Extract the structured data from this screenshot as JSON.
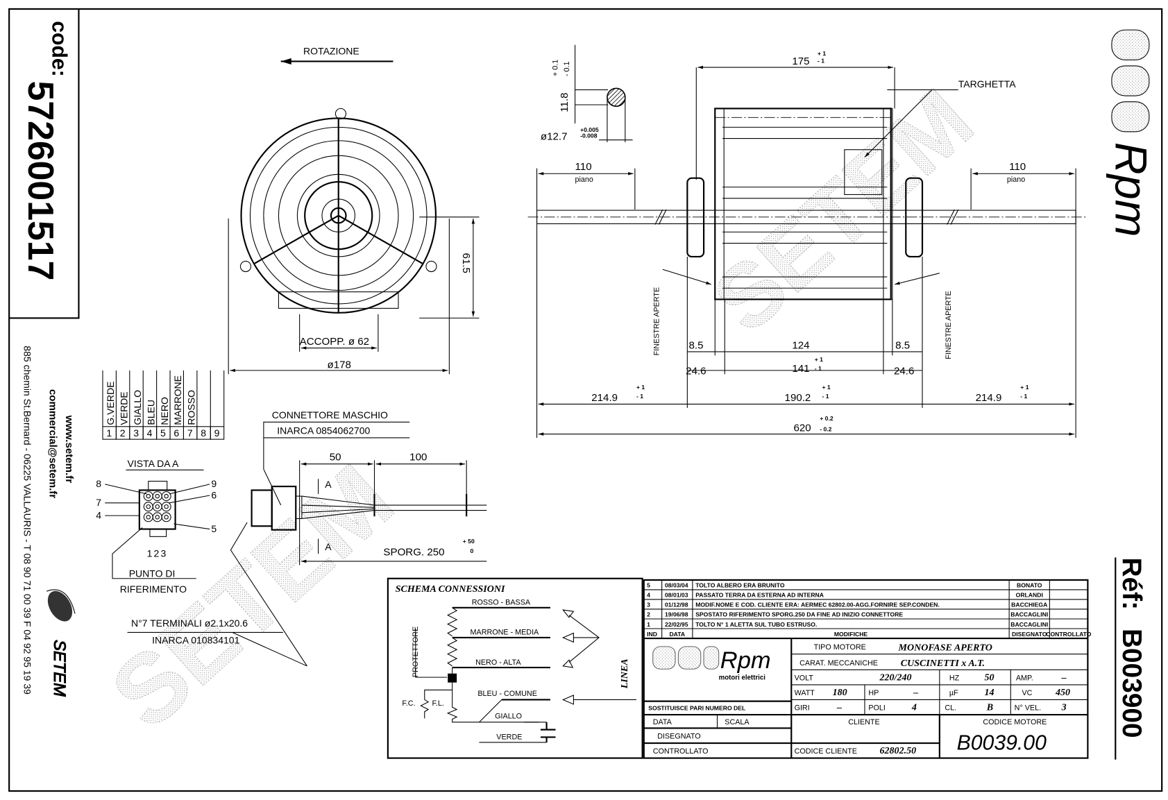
{
  "code": {
    "label": "code:",
    "value": "5726001517"
  },
  "contact": {
    "website": "www.setem.fr",
    "email": "commercial@setem.fr",
    "address": "885 chemin St.Bernard  -  06225 VALLAURIS  -  T 08 90 71 00 39   F 04 92 95 19 39"
  },
  "logos": {
    "setem": "SETEM",
    "rpm": "Rpm",
    "rpm_sub": "motori elettrici",
    "watermark": "SETEM"
  },
  "ref": {
    "label": "Réf:",
    "value": "B003900"
  },
  "front_view": {
    "rotation": "ROTAZIONE",
    "height_dim": "61.5",
    "coupling": "ACCOPP. ø 62",
    "diameter": "ø178"
  },
  "shaft_detail": {
    "flat": "11.8",
    "flat_tol_plus": "+ 0.1",
    "flat_tol_minus": "- 0.1",
    "diameter": "ø12.7",
    "dia_tol_plus": "+0.005",
    "dia_tol_minus": "-0.008"
  },
  "side_view": {
    "length_175": "175",
    "tol_p1": "+ 1",
    "tol_m1": "- 1",
    "nameplate": "TARGHETTA",
    "flat_len": "110",
    "flat_label": "piano",
    "open_windows": "FINESTRE APERTE",
    "d_8_5": "8.5",
    "d_124": "124",
    "d_24_6": "24.6",
    "d_141": "141",
    "d_214_9": "214.9",
    "d_190_2": "190.2",
    "d_620": "620",
    "tol_p02": "+ 0.2",
    "tol_m02": "- 0.2"
  },
  "wire_colors": {
    "header": [
      "G.VERDE",
      "VERDE",
      "GIALLO",
      "BLEU",
      "NERO",
      "MARRONE",
      "ROSSO",
      "",
      ""
    ],
    "numbers": [
      "1",
      "2",
      "3",
      "4",
      "5",
      "6",
      "7",
      "8",
      "9"
    ]
  },
  "connector_view": {
    "title": "VISTA DA A",
    "pins_left": [
      "8",
      "7",
      "4"
    ],
    "pins_right": [
      "9",
      "6",
      "5"
    ],
    "pins_bottom": "123",
    "ref_point_1": "PUNTO DI",
    "ref_point_2": "RIFERIMENTO"
  },
  "connector": {
    "title": "CONNETTORE MASCHIO",
    "part": "INARCA 0854062700",
    "d50": "50",
    "d100": "100",
    "section": "A",
    "protrusion": "SPORG. 250",
    "prot_tol_plus": "+ 50",
    "prot_tol_minus": "0",
    "terminals": "N°7 TERMINALI ø2.1x20.6",
    "terminals_part": "INARCA 010834101"
  },
  "schema": {
    "title": "SCHEMA CONNESSIONI",
    "wires": [
      "ROSSO - BASSA",
      "MARRONE - MEDIA",
      "NERO - ALTA",
      "BLEU - COMUNE",
      "GIALLO",
      "VERDE"
    ],
    "protector": "PROTETTORE",
    "fc": "F.C.",
    "fl": "F.L.",
    "line": "LINEA"
  },
  "modifications": {
    "rows": [
      {
        "ind": "5",
        "date": "08/03/04",
        "text": "TOLTO ALBERO ERA BRUNITO",
        "drawn": "BONATO",
        "checked": ""
      },
      {
        "ind": "4",
        "date": "08/01/03",
        "text": "PASSATO TERRA DA ESTERNA AD INTERNA",
        "drawn": "ORLANDI",
        "checked": ""
      },
      {
        "ind": "3",
        "date": "01/12/98",
        "text": "MODIF.NOME E COD. CLIENTE ERA: AERMEC 62802.00-AGG.FORNIRE SEP.CONDEN.",
        "drawn": "BACCHIEGA",
        "checked": ""
      },
      {
        "ind": "2",
        "date": "19/06/98",
        "text": "SPOSTATO RIFERIMENTO SPORG.250 DA FINE AD INIZIO CONNETTORE",
        "drawn": "BACCAGLINI",
        "checked": ""
      },
      {
        "ind": "1",
        "date": "22/02/95",
        "text": "TOLTO N° 1 ALETTA SUL TUBO ESTRUSO.",
        "drawn": "BACCAGLINI",
        "checked": ""
      }
    ],
    "headers": {
      "ind": "IND",
      "date": "DATA",
      "text": "MODIFICHE",
      "drawn": "DISEGNATO",
      "checked": "CONTROLLATO"
    }
  },
  "title_block": {
    "motor_type_label": "TIPO MOTORE",
    "motor_type": "MONOFASE APERTO",
    "mech_label": "CARAT. MECCANICHE",
    "mech": "CUSCINETTI x A.T.",
    "volt_label": "VOLT",
    "volt": "220/240",
    "hz_label": "HZ",
    "hz": "50",
    "amp_label": "AMP.",
    "amp": "–",
    "watt_label": "WATT",
    "watt": "180",
    "hp_label": "HP",
    "hp": "–",
    "uf_label": "µF",
    "uf": "14",
    "vc_label": "VC",
    "vc": "450",
    "giri_label": "GIRI",
    "giri": "–",
    "poli_label": "POLI",
    "poli": "4",
    "cl_label": "CL.",
    "cl": "B",
    "nvel_label": "N° VEL.",
    "nvel": "3",
    "replaces": "SOSTITUISCE PARI NUMERO DEL",
    "date_label": "DATA",
    "scale_label": "SCALA",
    "drawn_label": "DISEGNATO",
    "checked_label": "CONTROLLATO",
    "client_label": "CLIENTE",
    "client_code_label": "CODICE CLIENTE",
    "client_code": "62802.50",
    "motor_code_label": "CODICE MOTORE",
    "motor_code": "B0039.00"
  }
}
